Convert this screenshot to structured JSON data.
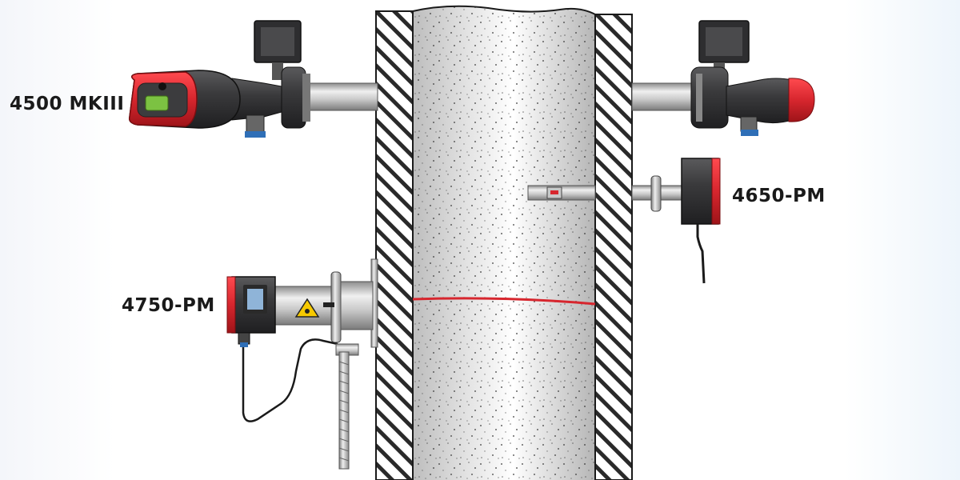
{
  "labels": {
    "mk3": "4500 MKIII",
    "pm4650": "4650-PM",
    "pm4750": "4750-PM"
  },
  "colors": {
    "accent_red": "#d7262e",
    "device_dark": "#3a3a3c",
    "display_green": "#7cc242",
    "display_blue": "#8fb4d8",
    "stack_concrete": "#d9d9d9",
    "hatch": "#2a2a2a",
    "laser_beam": "#d7262e"
  },
  "icons": {
    "warning": "laser-warning-icon"
  }
}
